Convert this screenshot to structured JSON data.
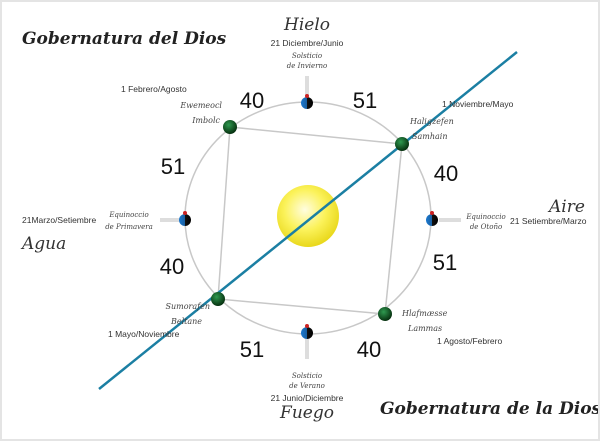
{
  "titles": {
    "god": "Gobernatura del Dios",
    "goddess": "Gobernatura de la Diosa"
  },
  "elements": {
    "north": "Hielo",
    "south": "Fuego",
    "west": "Agua",
    "east": "Aire"
  },
  "solstices": {
    "winter": {
      "date": "21 Diciembre/Junio",
      "line1": "Solsticio",
      "line2": "de Invierno"
    },
    "summer": {
      "date": "21 Junio/Diciembre",
      "line1": "Solsticio",
      "line2": "de Verano"
    }
  },
  "equinoxes": {
    "spring": {
      "date": "21Marzo/Setiembre",
      "line1": "Equinoccio",
      "line2": "de Primavera"
    },
    "autumn": {
      "date": "21 Setiembre/Marzo",
      "line1": "Equinoccio",
      "line2": "de Otoño"
    }
  },
  "cross_quarters": {
    "imbolc": {
      "date": "1 Febrero/Agosto",
      "line1": "Ewemeocl",
      "line2": "Imbolc"
    },
    "samhain": {
      "date": "1 Noviembre/Mayo",
      "line1": "Haligzefen",
      "line2": "Samhain"
    },
    "beltane": {
      "date": "1 Mayo/Noviembre",
      "line1": "Sumorafen",
      "line2": "Beltane"
    },
    "lammas": {
      "date": "1 Agosto/Febrero",
      "line1": "Hlafmæsse",
      "line2": "Lammas"
    }
  },
  "arc_numbers": [
    "40",
    "51",
    "51",
    "40",
    "40",
    "51",
    "51",
    "40"
  ],
  "colors": {
    "axis": "#1b7fa3",
    "circle": "#c8c8c8",
    "sun": "#f8ee3a",
    "node": "#0e5a2a",
    "marker_blue": "#1a6fc4"
  }
}
